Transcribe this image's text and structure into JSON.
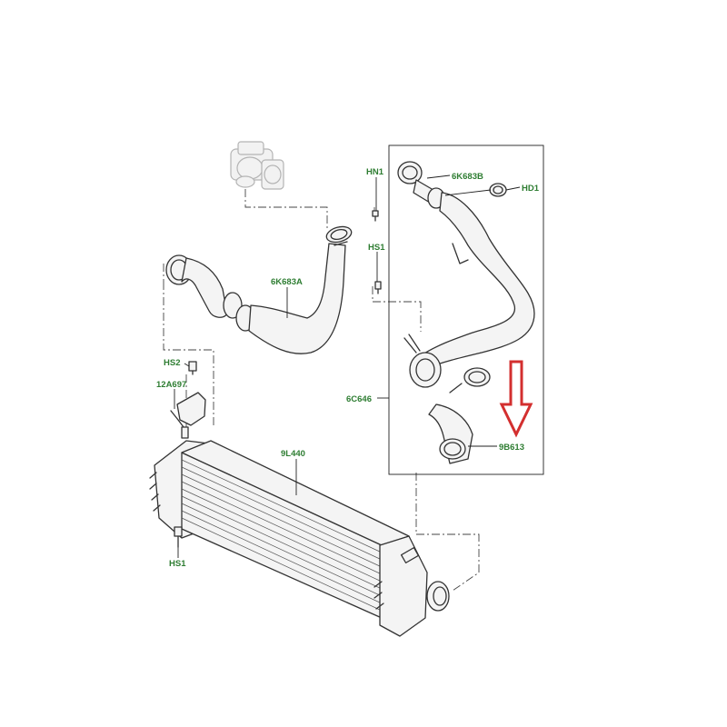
{
  "labels": {
    "hn1": "HN1",
    "p6k683b": "6K683B",
    "hd1": "HD1",
    "hs1_top": "HS1",
    "p6k683a": "6K683A",
    "hs2": "HS2",
    "p12a697": "12A697",
    "p6c646": "6C646",
    "p9l440": "9L440",
    "p9b613": "9B613",
    "hs1_bottom": "HS1"
  },
  "colors": {
    "label": "#2e7d32",
    "highlight_arrow": "#d32f2f",
    "line": "#333333"
  },
  "icons": {
    "highlight": "down-arrow-icon"
  }
}
